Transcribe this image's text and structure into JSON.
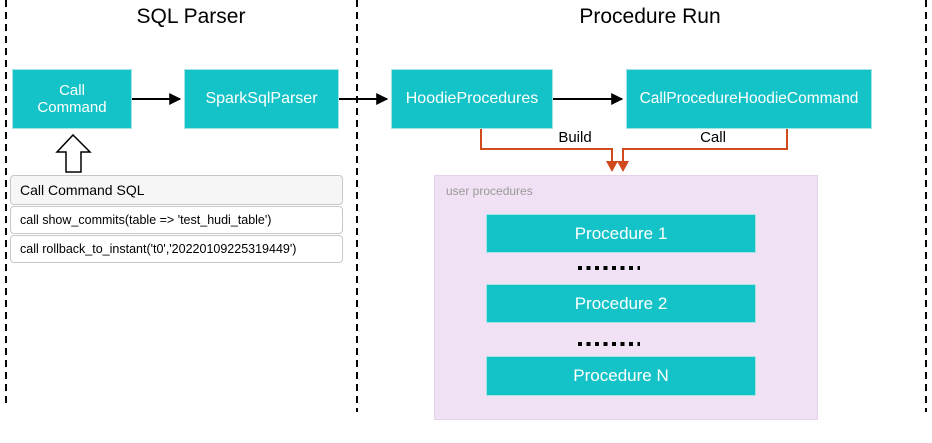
{
  "colors": {
    "teal": "#14C3C8",
    "teal_border": "#A5E4E4",
    "orange": "#D14A1C",
    "purple_bg": "#F0E1F4",
    "purple_border": "#E5D1EA",
    "table_header_bg": "#F6F6F6",
    "table_border": "#C8C8C8",
    "muted_text": "#999999"
  },
  "lanes": {
    "left_title": "SQL Parser",
    "right_title": "Procedure Run"
  },
  "nodes": {
    "call_command": "Call Command",
    "spark_sql_parser": "SparkSqlParser",
    "hoodie_procedures": "HoodieProcedures",
    "call_procedure_hoodie_command": "CallProcedureHoodieCommand"
  },
  "edge_labels": {
    "build": "Build",
    "call": "Call"
  },
  "sql_table": {
    "header": "Call Command SQL",
    "rows": [
      "call show_commits(table => 'test_hudi_table')",
      "call rollback_to_instant('t0','20220109225319449')"
    ]
  },
  "user_procedures": {
    "label": "user procedures",
    "items": [
      "Procedure 1",
      "Procedure 2",
      "Procedure N"
    ]
  }
}
